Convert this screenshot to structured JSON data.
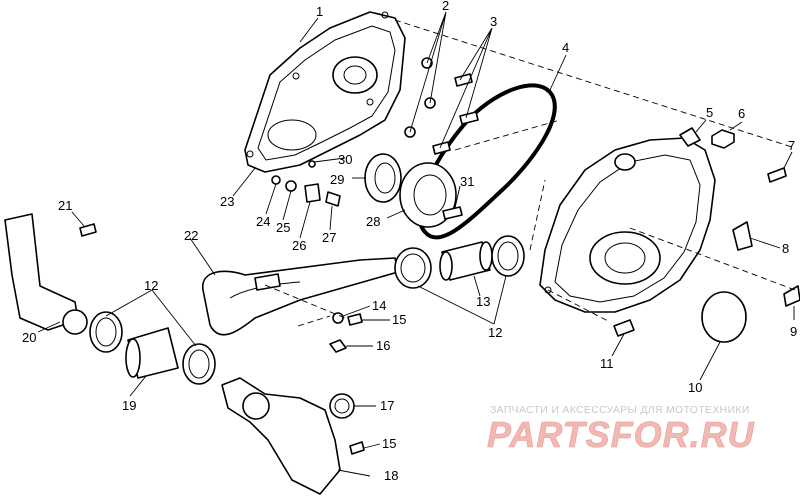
{
  "diagram": {
    "callouts": [
      "1",
      "2",
      "3",
      "4",
      "5",
      "6",
      "7",
      "8",
      "9",
      "10",
      "11",
      "12",
      "13",
      "14",
      "15",
      "16",
      "17",
      "18",
      "19",
      "20",
      "21",
      "22",
      "23",
      "24",
      "25",
      "26",
      "27",
      "28",
      "29",
      "30",
      "31"
    ],
    "repeated_callouts": {
      "12_a": "12",
      "12_b": "12",
      "15_b": "15"
    }
  },
  "watermark": {
    "tagline": "ЗАПЧАСТИ И АКСЕССУАРЫ ДЛЯ МОТОТЕХНИКИ",
    "logo": "PARTSFOR.RU"
  },
  "colors": {
    "line": "#000000",
    "watermark_text": "#c9c9c9",
    "watermark_logo": "#f2b8b3"
  }
}
